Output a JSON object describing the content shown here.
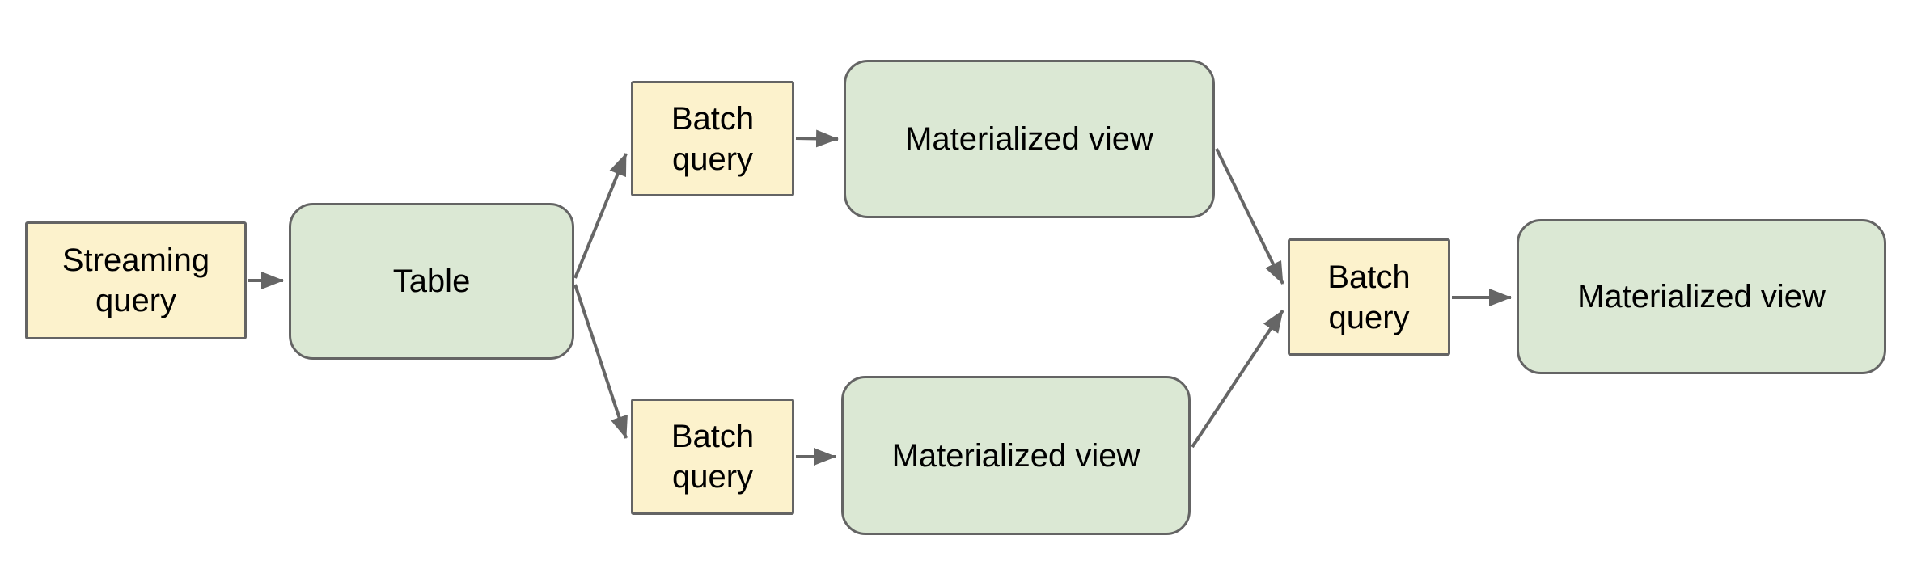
{
  "diagram": {
    "background": "#ffffff",
    "colors": {
      "query_fill": "#fcf2cc",
      "data_fill": "#dbe8d4",
      "border": "#646464",
      "arrow": "#666666",
      "text": "#000000"
    },
    "nodes": {
      "streaming_query": {
        "label": "Streaming query",
        "kind": "query"
      },
      "table": {
        "label": "Table",
        "kind": "data"
      },
      "batch_query_top": {
        "label": "Batch query",
        "kind": "query"
      },
      "materialized_view_top": {
        "label": "Materialized view",
        "kind": "data"
      },
      "batch_query_bottom": {
        "label": "Batch query",
        "kind": "query"
      },
      "materialized_view_bottom": {
        "label": "Materialized view",
        "kind": "data"
      },
      "batch_query_center": {
        "label": "Batch query",
        "kind": "query"
      },
      "materialized_view_right": {
        "label": "Materialized view",
        "kind": "data"
      }
    },
    "edges": [
      {
        "from": "streaming_query",
        "to": "table"
      },
      {
        "from": "table",
        "to": "batch_query_top"
      },
      {
        "from": "table",
        "to": "batch_query_bottom"
      },
      {
        "from": "batch_query_top",
        "to": "materialized_view_top"
      },
      {
        "from": "batch_query_bottom",
        "to": "materialized_view_bottom"
      },
      {
        "from": "materialized_view_top",
        "to": "batch_query_center"
      },
      {
        "from": "materialized_view_bottom",
        "to": "batch_query_center"
      },
      {
        "from": "batch_query_center",
        "to": "materialized_view_right"
      }
    ]
  }
}
